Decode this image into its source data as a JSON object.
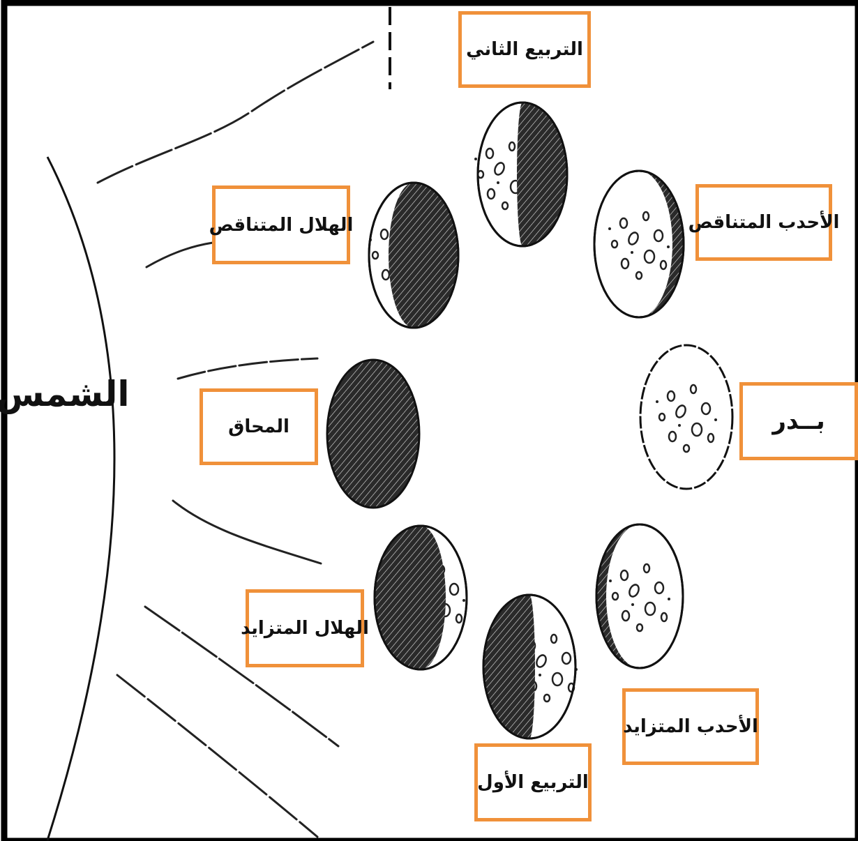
{
  "sun_label": "الشمس",
  "phase_labels": {
    "new_moon": "المحاق",
    "waxing_crescent": "الهلال المتزايد",
    "first_quarter": "التربيع الأول",
    "waxing_gibbous": "الأحدب المتزايد",
    "full_moon": "بــدر",
    "waning_gibbous": "الأحدب المتناقص",
    "third_quarter": "التربيع الثاني",
    "waning_crescent": "الهلال المتناقص"
  },
  "colors": {
    "label_border": "#f0913a",
    "ink": "#111111",
    "frame": "#000000"
  }
}
